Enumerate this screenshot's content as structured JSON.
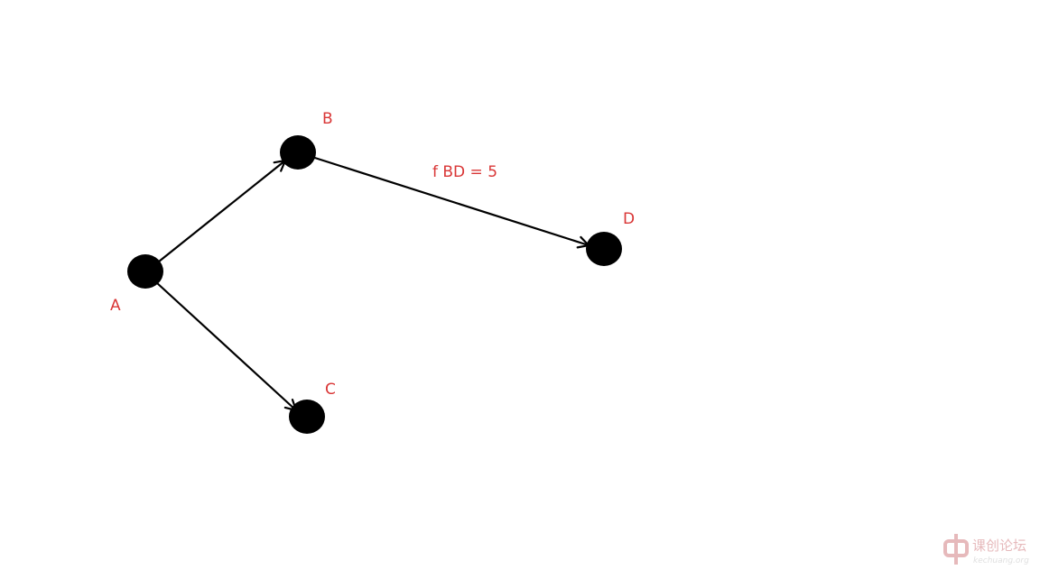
{
  "diagram": {
    "nodes": [
      {
        "id": "A",
        "label": "A"
      },
      {
        "id": "B",
        "label": "B"
      },
      {
        "id": "C",
        "label": "C"
      },
      {
        "id": "D",
        "label": "D"
      }
    ],
    "edges": [
      {
        "from": "A",
        "to": "B",
        "label": ""
      },
      {
        "from": "A",
        "to": "C",
        "label": ""
      },
      {
        "from": "B",
        "to": "D",
        "label": "f BD = 5"
      }
    ],
    "colors": {
      "node_fill": "#000000",
      "edge_stroke": "#000000",
      "label_color": "#d93636",
      "watermark_color": "#c9656a"
    }
  },
  "watermark": {
    "brand_text": "课创论坛",
    "site_text": "kechuang.org"
  }
}
